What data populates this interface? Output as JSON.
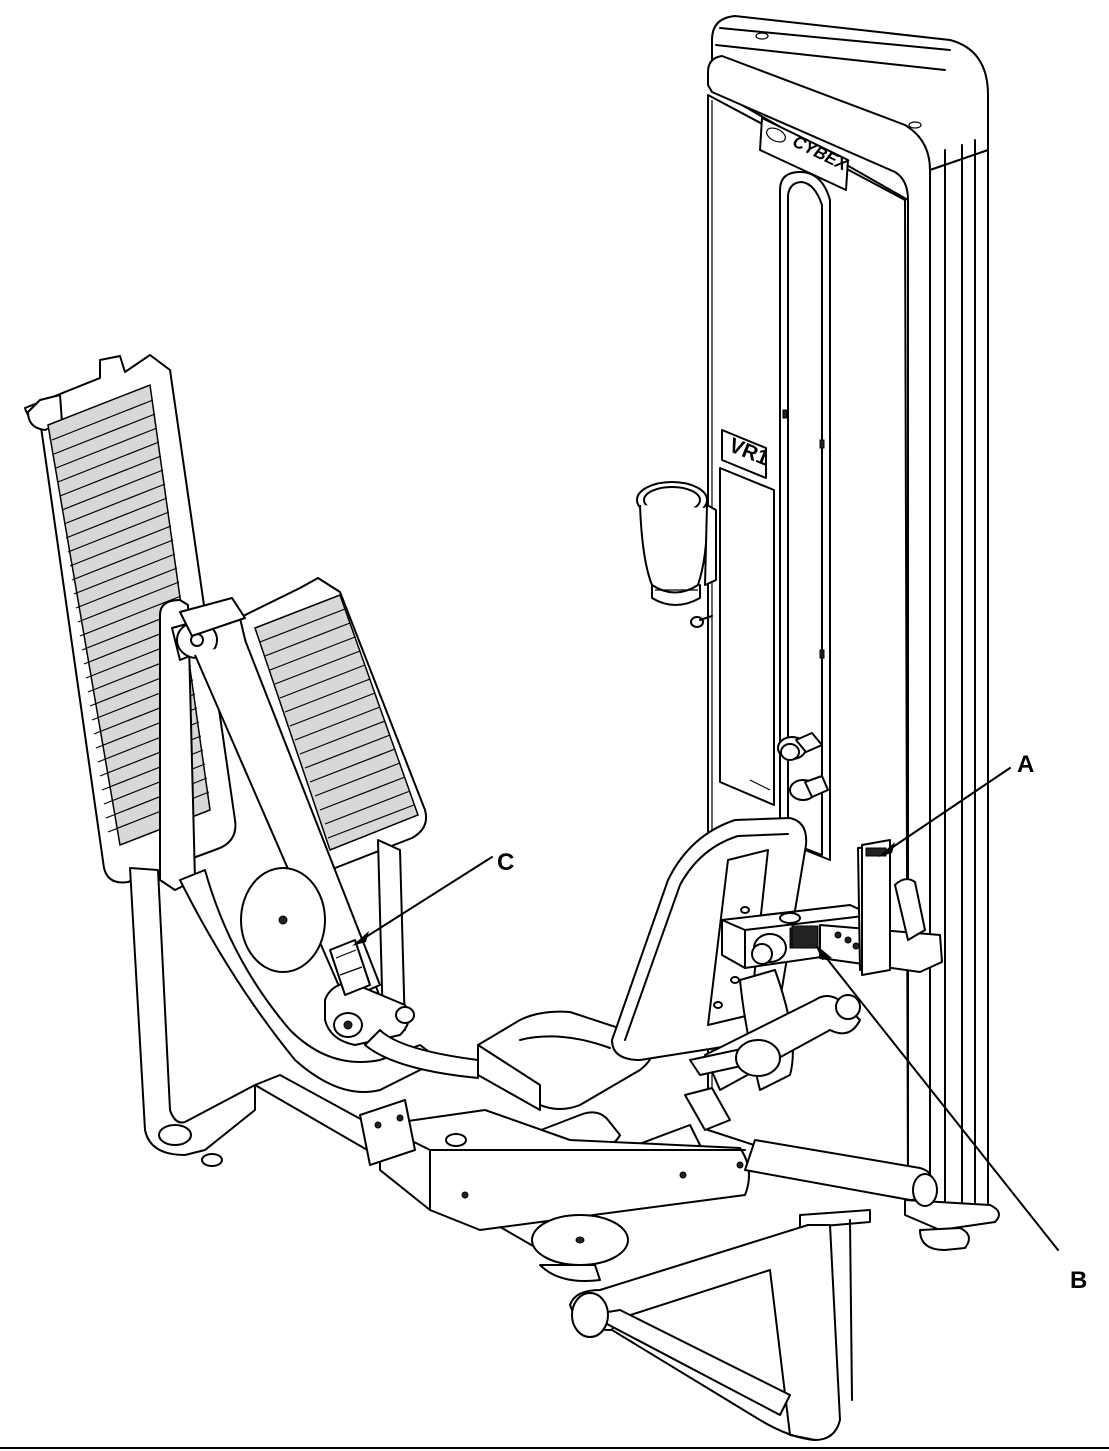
{
  "brand": "CYBEX",
  "model": "VR1",
  "callouts": [
    {
      "id": "A",
      "label": "A"
    },
    {
      "id": "B",
      "label": "B"
    },
    {
      "id": "C",
      "label": "C"
    }
  ],
  "colors": {
    "line": "#000000",
    "background": "#ffffff",
    "shade": "#d8d8d8"
  }
}
